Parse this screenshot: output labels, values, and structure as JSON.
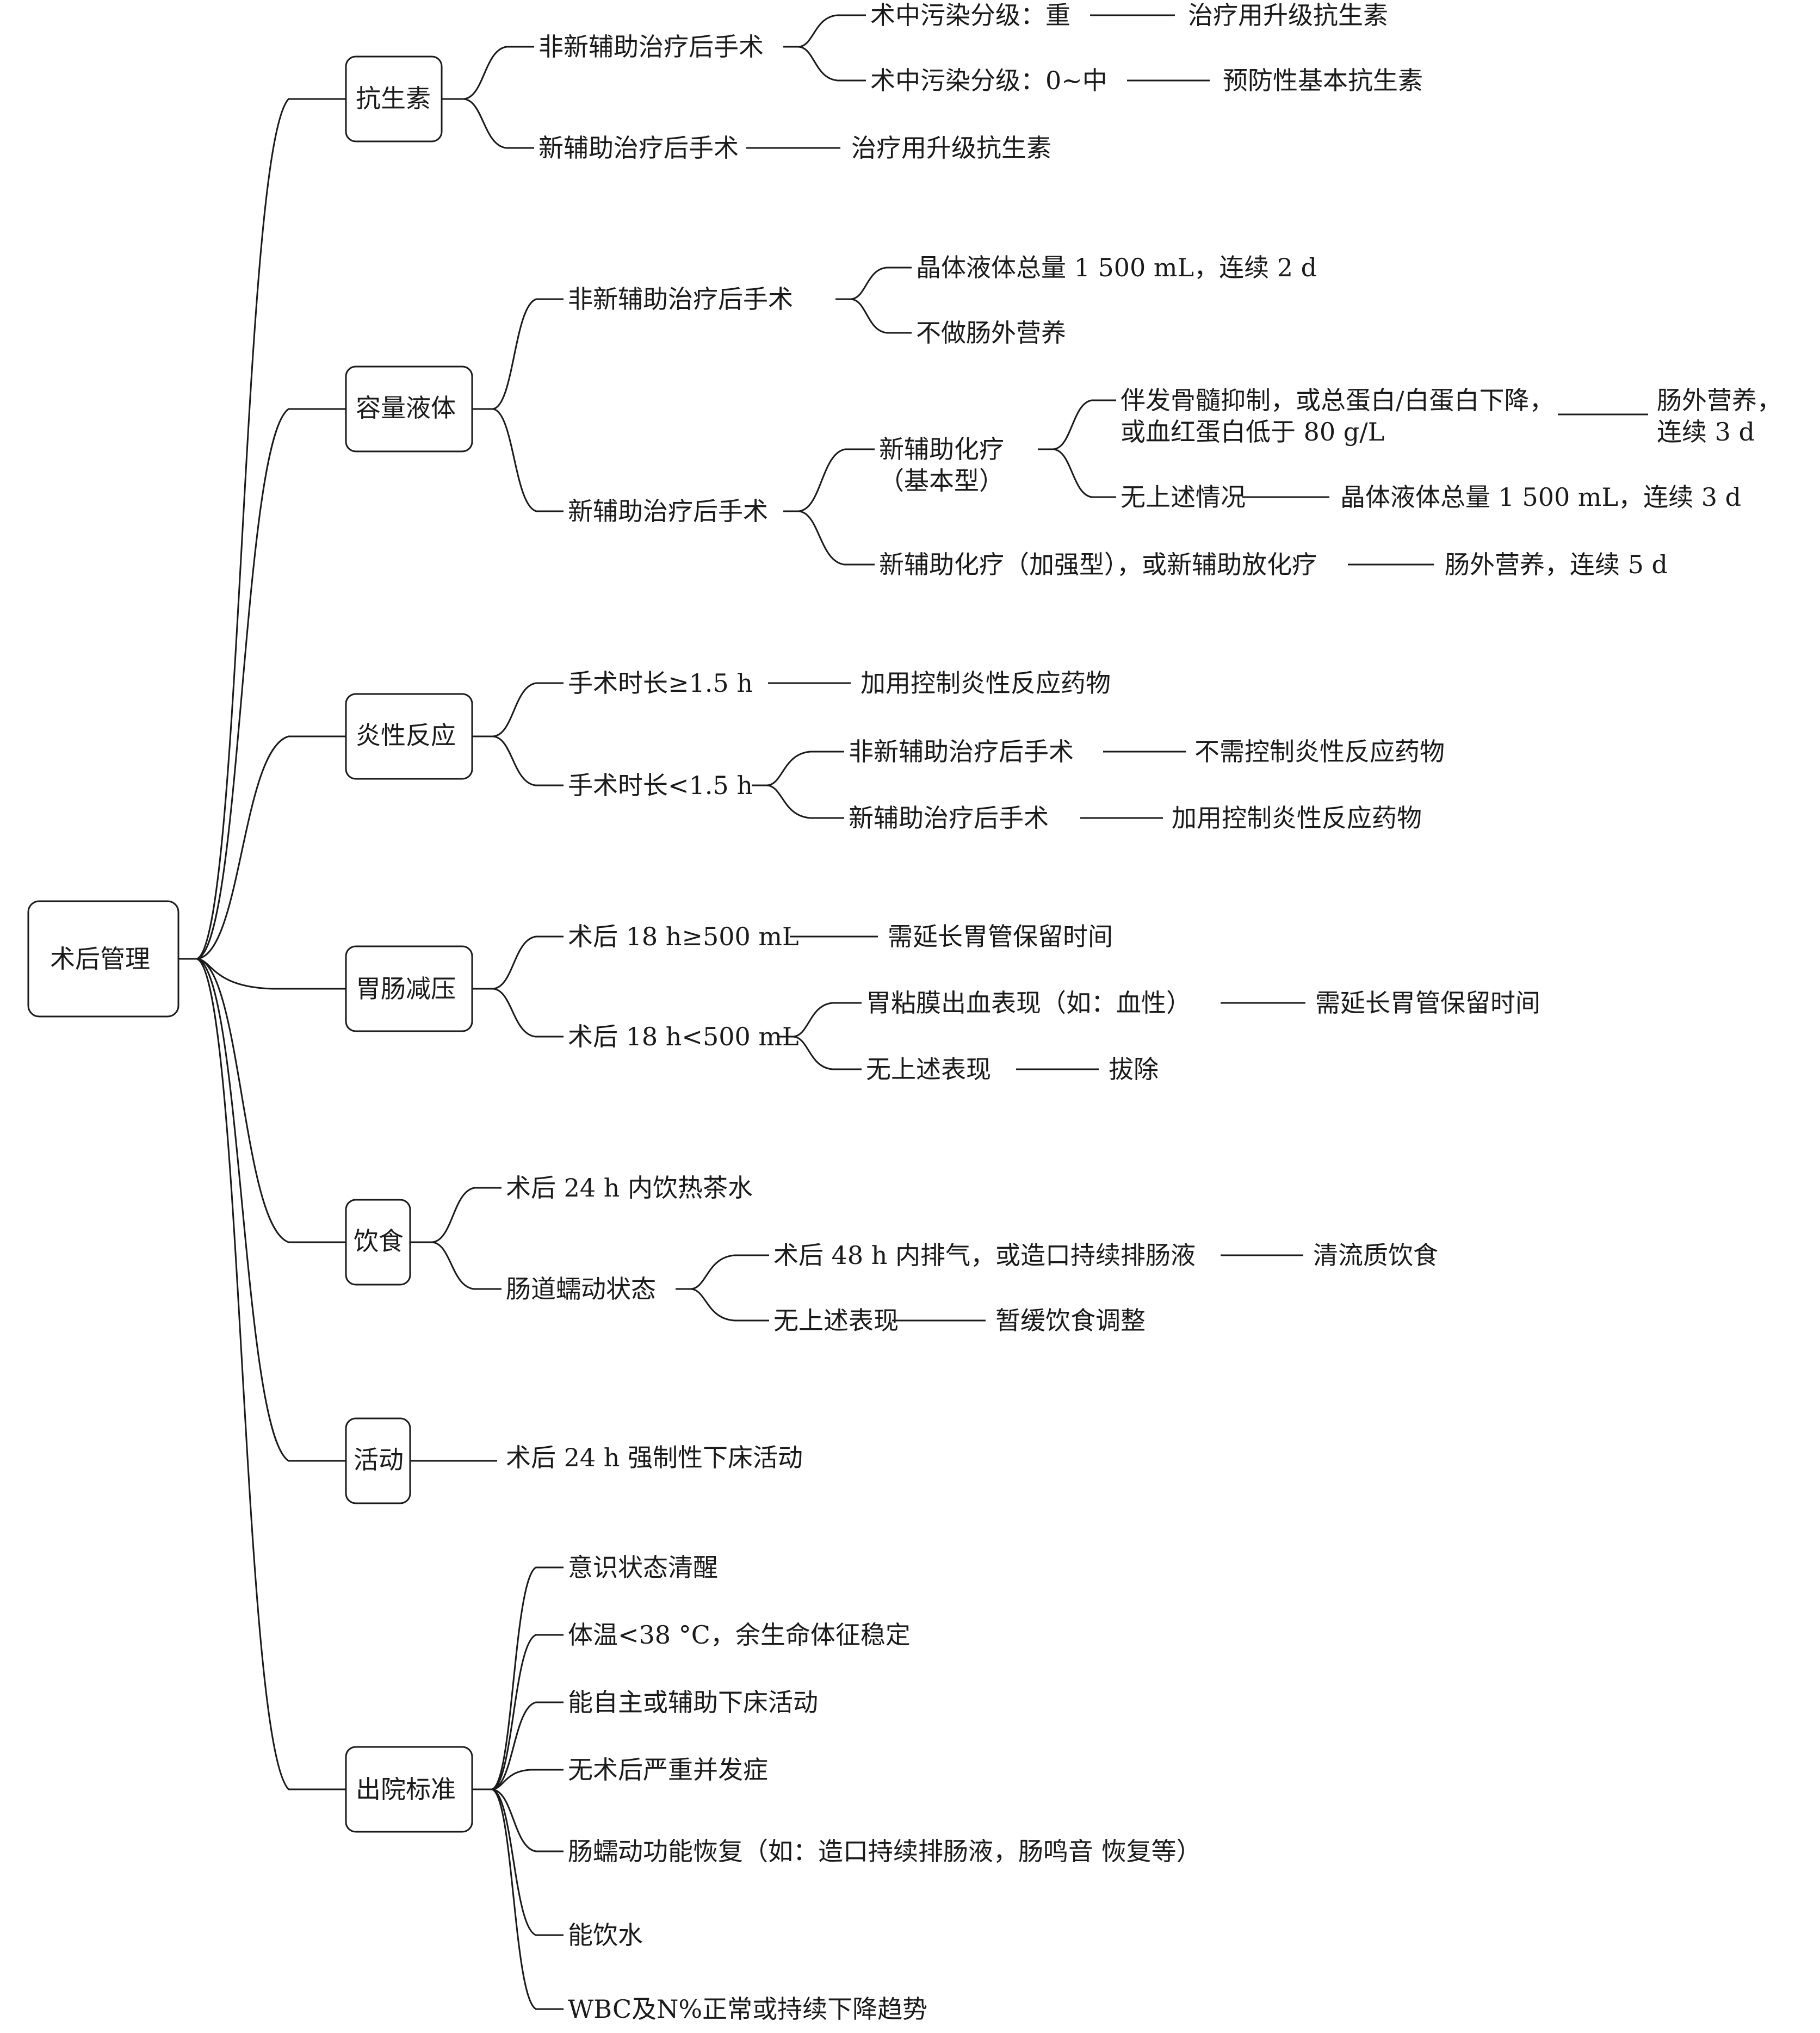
{
  "root": "术后管理",
  "categories": [
    {
      "label": "抗生素",
      "items": [
        {
          "label": "非新辅助治疗后手术",
          "items": [
            {
              "label": "术中污染分级：重",
              "result": "治疗用升级抗生素"
            },
            {
              "label": "术中污染分级：0~中",
              "result": "预防性基本抗生素"
            }
          ]
        },
        {
          "label": "新辅助治疗后手术",
          "result": "治疗用升级抗生素"
        }
      ]
    },
    {
      "label": "容量液体",
      "items": [
        {
          "label": "非新辅助治疗后手术",
          "items": [
            {
              "label": "晶体液体总量 1 500 mL，连续 2 d"
            },
            {
              "label": "不做肠外营养"
            }
          ]
        },
        {
          "label": "新辅助治疗后手术",
          "items": [
            {
              "label": "新辅助化疗",
              "label2": "（基本型）",
              "items": [
                {
                  "label": "伴发骨髓抑制，或总蛋白/白蛋白下降，",
                  "label2": "或血红蛋白低于 80 g/L",
                  "result": "肠外营养，",
                  "result2": "连续 3 d"
                },
                {
                  "label": "无上述情况",
                  "result": "晶体液体总量 1 500 mL，连续 3 d"
                }
              ]
            },
            {
              "label": "新辅助化疗（加强型），或新辅助放化疗",
              "result": "肠外营养，连续 5 d"
            }
          ]
        }
      ]
    },
    {
      "label": "炎性反应",
      "items": [
        {
          "label": "手术时长≥1.5 h",
          "result": "加用控制炎性反应药物"
        },
        {
          "label": "手术时长<1.5 h",
          "items": [
            {
              "label": "非新辅助治疗后手术",
              "result": "不需控制炎性反应药物"
            },
            {
              "label": "新辅助治疗后手术",
              "result": "加用控制炎性反应药物"
            }
          ]
        }
      ]
    },
    {
      "label": "胃肠减压",
      "items": [
        {
          "label": "术后 18 h≥500 mL",
          "result": "需延长胃管保留时间"
        },
        {
          "label": "术后 18 h<500 mL",
          "items": [
            {
              "label": "胃粘膜出血表现（如：血性）",
              "result": "需延长胃管保留时间"
            },
            {
              "label": "无上述表现",
              "result": "拔除"
            }
          ]
        }
      ]
    },
    {
      "label": "饮食",
      "items": [
        {
          "label": "术后 24 h 内饮热茶水"
        },
        {
          "label": "肠道蠕动状态",
          "items": [
            {
              "label": "术后 48 h 内排气，或造口持续排肠液",
              "result": "清流质饮食"
            },
            {
              "label": "无上述表现",
              "result": "暂缓饮食调整"
            }
          ]
        }
      ]
    },
    {
      "label": "活动",
      "items": [
        {
          "label": "术后 24 h 强制性下床活动"
        }
      ]
    },
    {
      "label": "出院标准",
      "items": [
        {
          "label": "意识状态清醒"
        },
        {
          "label": "体温<38 °C，余生命体征稳定"
        },
        {
          "label": "能自主或辅助下床活动"
        },
        {
          "label": "无术后严重并发症"
        },
        {
          "label": "肠蠕动功能恢复（如：造口持续排肠液，肠鸣音 恢复等）"
        },
        {
          "label": "能饮水"
        },
        {
          "label": "WBC及N%正常或持续下降趋势"
        }
      ]
    }
  ]
}
